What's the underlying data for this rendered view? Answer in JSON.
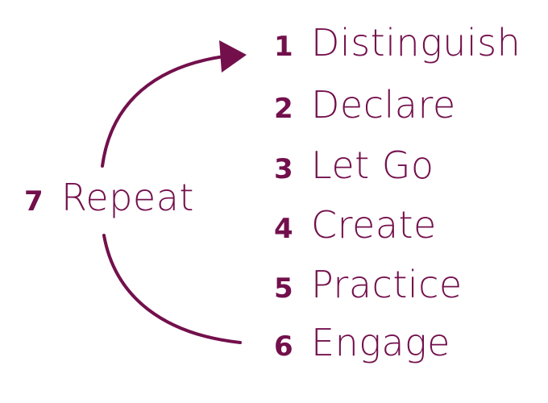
{
  "colors": {
    "accent": "#73104c"
  },
  "steps": [
    {
      "number": "1",
      "label": "Distinguish"
    },
    {
      "number": "2",
      "label": "Declare"
    },
    {
      "number": "3",
      "label": "Let Go"
    },
    {
      "number": "4",
      "label": "Create"
    },
    {
      "number": "5",
      "label": "Practice"
    },
    {
      "number": "6",
      "label": "Engage"
    },
    {
      "number": "7",
      "label": "Repeat"
    }
  ],
  "icons": {
    "cycle_arrow": "curved-arrow-icon"
  }
}
